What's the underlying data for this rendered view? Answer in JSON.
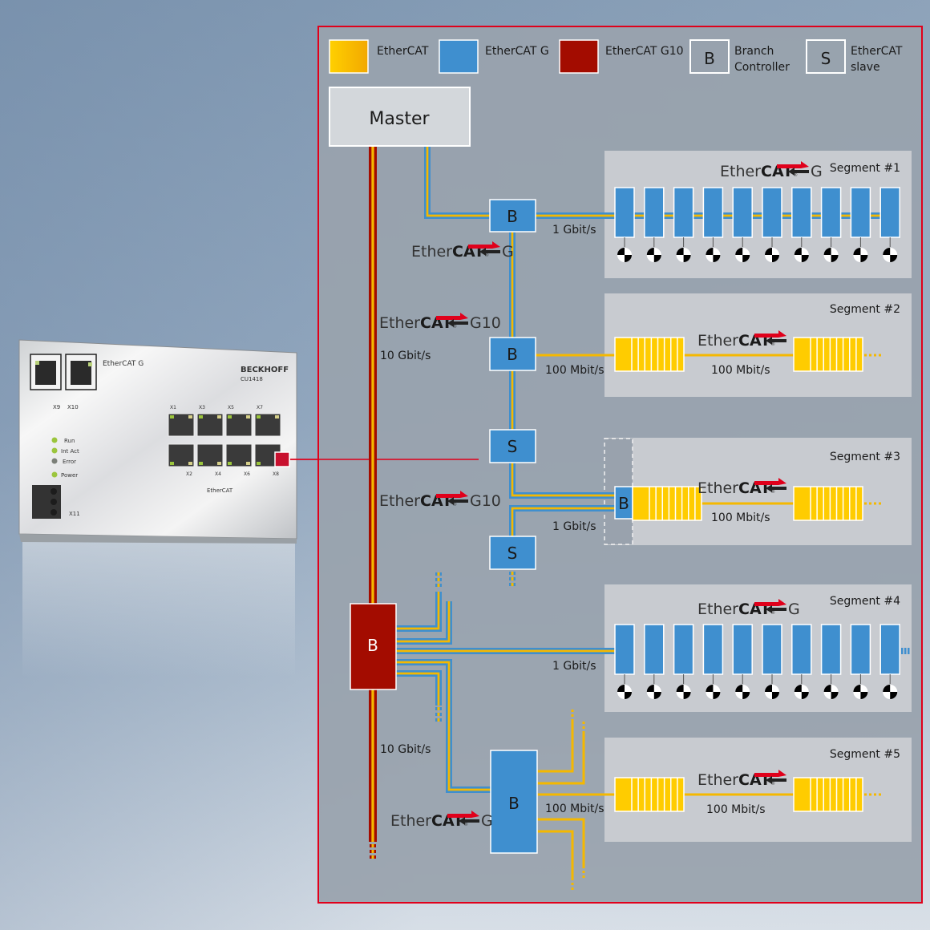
{
  "colors": {
    "ethercat": "#f5b800",
    "ethercat_g": "#3f8fcf",
    "ethercat_g10": "#a30c00",
    "frame": "#e0001b",
    "panel": "#99a2ad",
    "segment_bg": "#c8cbd0",
    "master_bg": "#d3d7db"
  },
  "legend": [
    {
      "type": "swatch",
      "color_key": "ethercat",
      "label": "EtherCAT"
    },
    {
      "type": "swatch",
      "color_key": "ethercat_g",
      "label": "EtherCAT G"
    },
    {
      "type": "swatch",
      "color_key": "ethercat_g10",
      "label": "EtherCAT G10"
    },
    {
      "type": "letter",
      "letter": "B",
      "label_line1": "Branch",
      "label_line2": "Controller"
    },
    {
      "type": "letter",
      "letter": "S",
      "label_line1": "EtherCAT",
      "label_line2": "slave"
    }
  ],
  "master": {
    "label": "Master"
  },
  "brand": {
    "ether": "Ether",
    "cat": "CAT",
    "reg": "®",
    "g": "G",
    "g10": "G10"
  },
  "nodes": {
    "b1": "B",
    "b2": "B",
    "s1": "S",
    "s2": "S",
    "b3": "B",
    "b_g10": "B",
    "b5": "B"
  },
  "speeds": {
    "g10_top": "10 Gbit/s",
    "g10_bottom": "10 Gbit/s",
    "b1_seg1": "1 Gbit/s",
    "b2_seg2": "100 Mbit/s",
    "seg2_inner": "100 Mbit/s",
    "s_seg3": "1 Gbit/s",
    "seg3_inner": "100 Mbit/s",
    "bg10_seg4": "1 Gbit/s",
    "b5_seg5": "100 Mbit/s",
    "seg5_inner": "100 Mbit/s"
  },
  "segments": [
    {
      "title": "Segment #1",
      "protocol": "EtherCAT G",
      "slaves": 10,
      "drives": true
    },
    {
      "title": "Segment #2",
      "protocol": "EtherCAT",
      "io_blocks": 2
    },
    {
      "title": "Segment #3",
      "protocol": "EtherCAT",
      "io_blocks": 2
    },
    {
      "title": "Segment #4",
      "protocol": "EtherCAT G",
      "slaves": 10,
      "drives": true
    },
    {
      "title": "Segment #5",
      "protocol": "EtherCAT",
      "io_blocks": 2
    }
  ],
  "device": {
    "brand": "BECKHOFF",
    "model": "CU1418",
    "logo": "EtherCAT G",
    "leds": [
      {
        "label": "Run",
        "color": "#9bc53d"
      },
      {
        "label": "Int Act",
        "color": "#9bc53d"
      },
      {
        "label": "Error",
        "color": "#7b7f78"
      },
      {
        "label": "Power",
        "color": "#9bc53d"
      }
    ],
    "top_ports": [
      "X9",
      "X10"
    ],
    "port_labels_top": [
      "X1",
      "X3",
      "X5",
      "X7"
    ],
    "port_labels_bottom": [
      "X2",
      "X4",
      "X6",
      "X8"
    ],
    "bottom_logo": "EtherCAT",
    "power_label": "X11"
  }
}
